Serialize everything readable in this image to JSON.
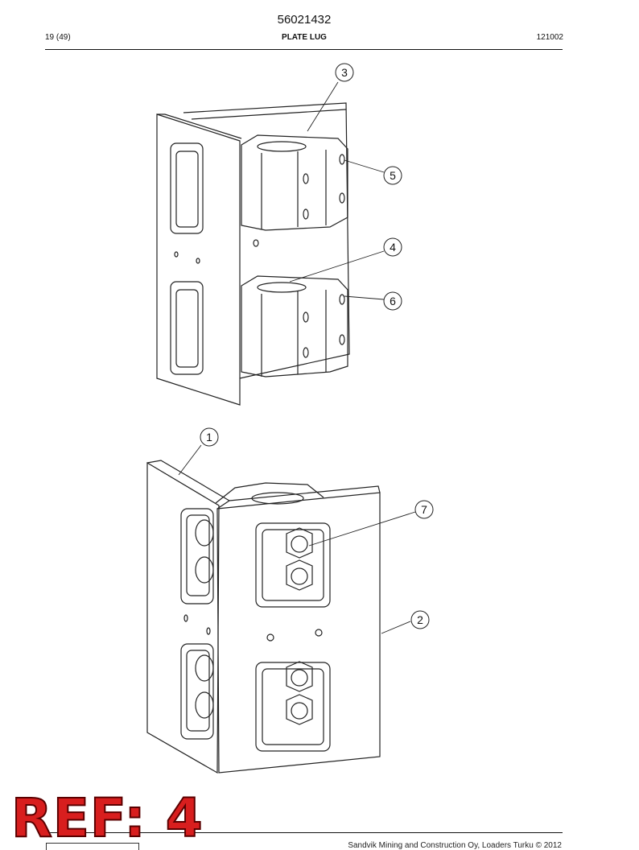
{
  "header": {
    "doc_number": "56021432",
    "page": "19 (49)",
    "title": "PLATE LUG",
    "date_code": "121002"
  },
  "callouts": [
    "1",
    "2",
    "3",
    "4",
    "5",
    "6",
    "7"
  ],
  "watermark": "REF: 4",
  "footer": {
    "copyright": "Sandvik Mining and Construction Oy, Loaders Turku © 2012"
  }
}
